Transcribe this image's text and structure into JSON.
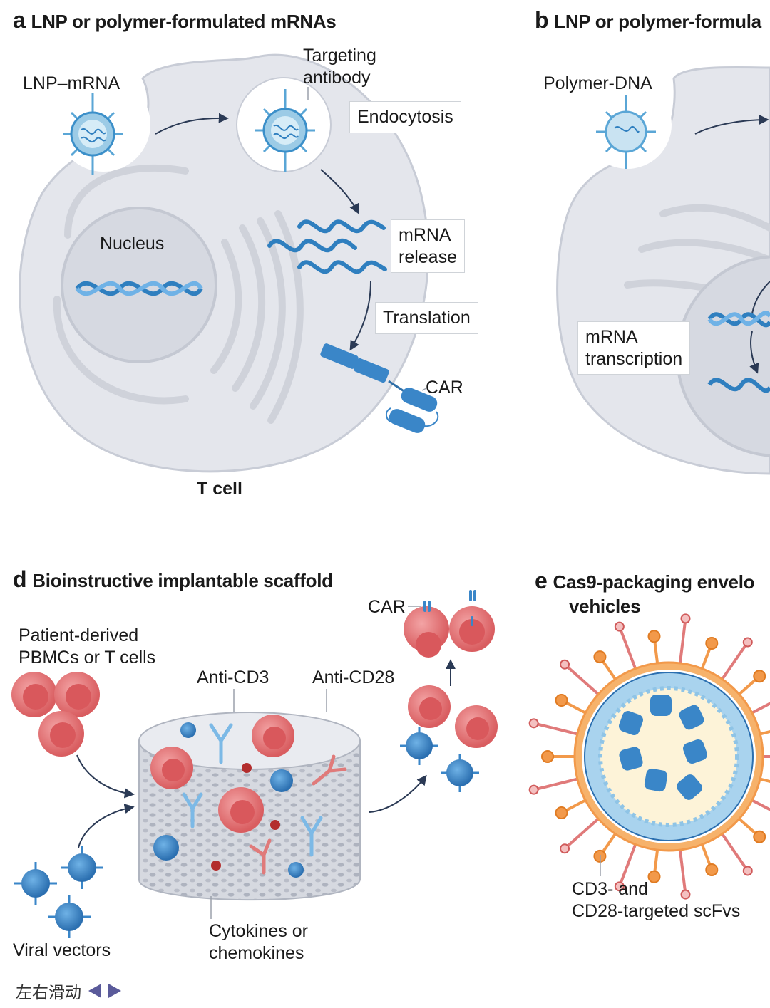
{
  "panels": {
    "a": {
      "letter": "a",
      "title": "LNP or polymer-formulated mRNAs"
    },
    "b": {
      "letter": "b",
      "title": "LNP or polymer-formula"
    },
    "d": {
      "letter": "d",
      "title": "Bioinstructive implantable scaffold"
    },
    "e": {
      "letter": "e",
      "title_line1": "Cas9-packaging envelo",
      "title_line2": "vehicles"
    }
  },
  "labels_a": {
    "lnp_mrna": "LNP–mRNA",
    "targeting_line1": "Targeting",
    "targeting_line2": "antibody",
    "endocytosis": "Endocytosis",
    "nucleus": "Nucleus",
    "mrna_release_line1": "mRNA",
    "mrna_release_line2": "release",
    "translation": "Translation",
    "car": "CAR",
    "t_cell": "T cell"
  },
  "labels_b": {
    "polymer_dna": "Polymer-DNA",
    "transcription_line1": "mRNA",
    "transcription_line2": "transcription"
  },
  "labels_d": {
    "car": "CAR",
    "patient_line1": "Patient-derived",
    "patient_line2": "PBMCs or T cells",
    "anti_cd3": "Anti-CD3",
    "anti_cd28": "Anti-CD28",
    "viral_vectors": "Viral vectors",
    "cytokines_line1": "Cytokines or",
    "cytokines_line2": "chemokines"
  },
  "labels_e": {
    "scfv_line1": "CD3- and",
    "scfv_line2": "CD28-targeted scFvs"
  },
  "nav": {
    "swipe_text": "左右滑动"
  },
  "colors": {
    "cell_fill": "#e4e6ec",
    "cell_edge": "#c8ccd6",
    "dna_blue": "#2f7fbf",
    "light_blue": "#9ccbe6",
    "tcell_red": "#e0696b",
    "virus_blue": "#3a86c8",
    "antibody_red": "#e07a7a",
    "orange": "#f2994a",
    "cream": "#fdf3d8"
  }
}
